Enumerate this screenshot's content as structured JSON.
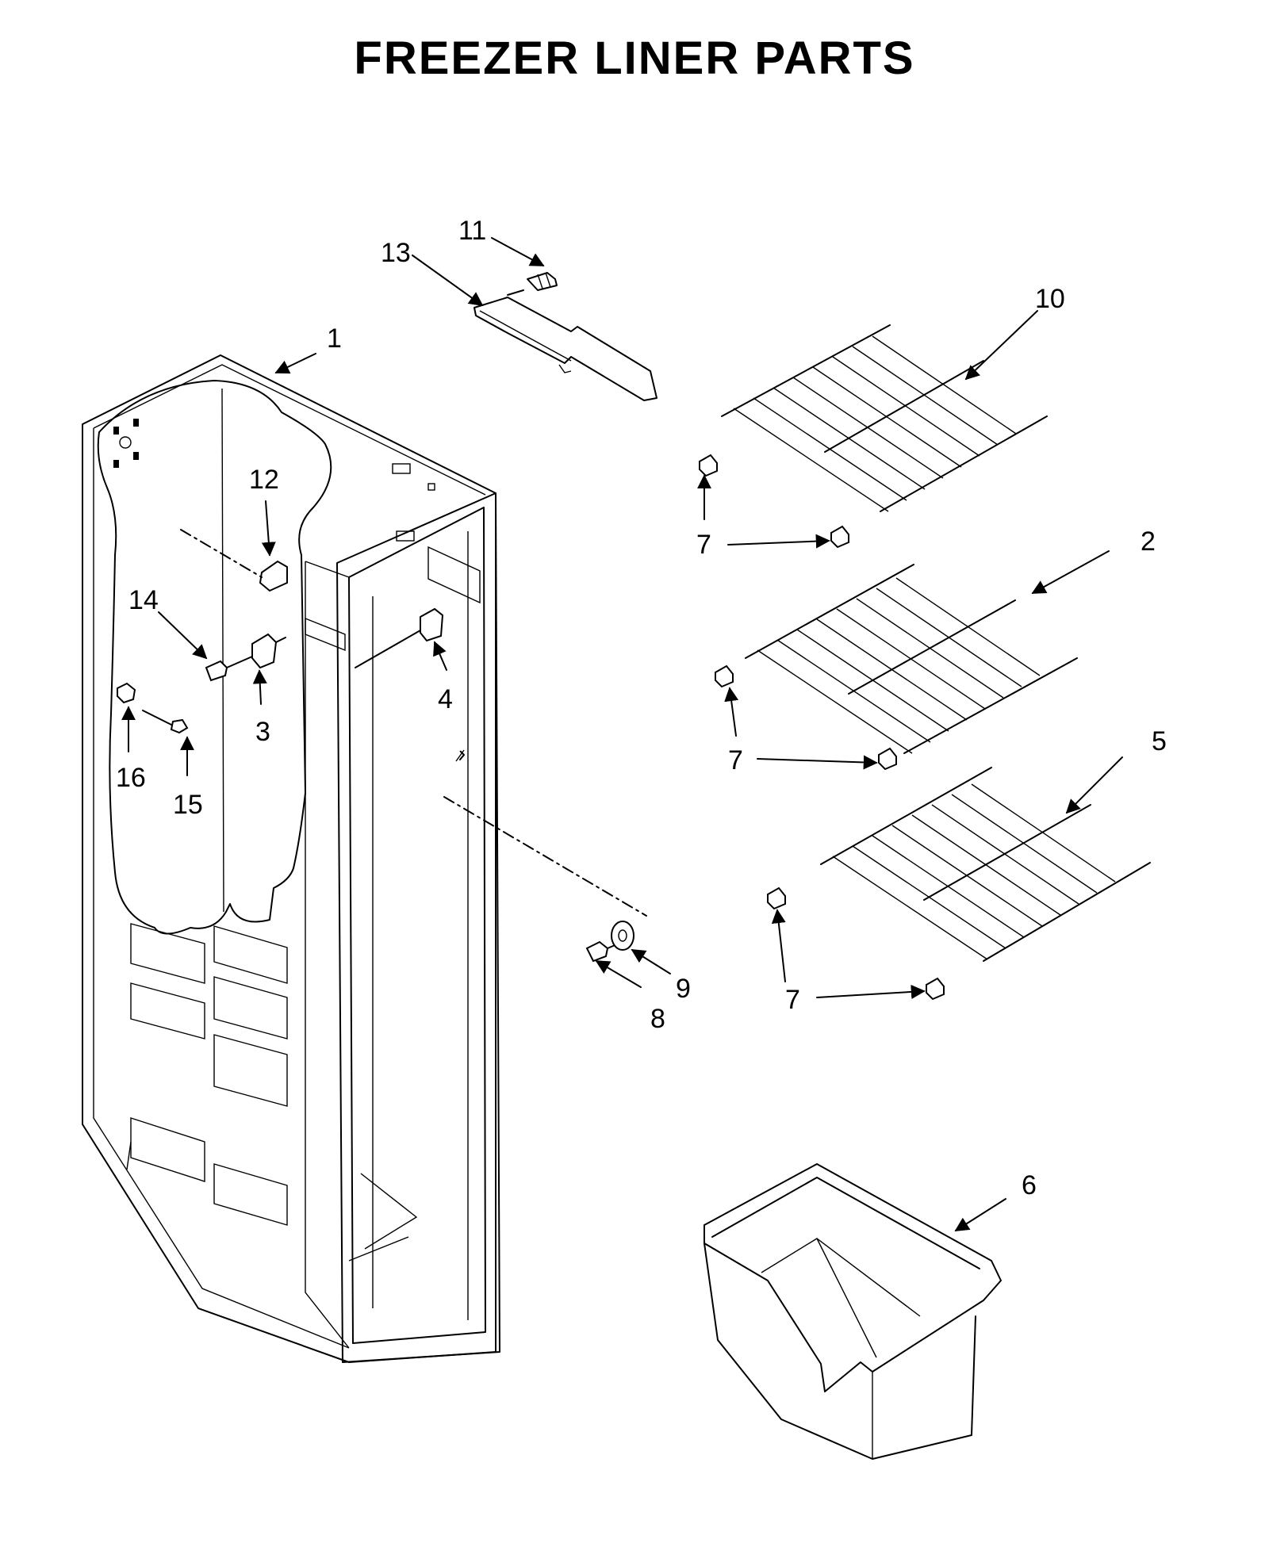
{
  "diagram": {
    "title": "FREEZER LINER PARTS",
    "callouts": [
      {
        "id": "1",
        "label": "1"
      },
      {
        "id": "2",
        "label": "2"
      },
      {
        "id": "3",
        "label": "3"
      },
      {
        "id": "4",
        "label": "4"
      },
      {
        "id": "5",
        "label": "5"
      },
      {
        "id": "6",
        "label": "6"
      },
      {
        "id": "7a",
        "label": "7"
      },
      {
        "id": "7b",
        "label": "7"
      },
      {
        "id": "7c",
        "label": "7"
      },
      {
        "id": "8",
        "label": "8"
      },
      {
        "id": "9",
        "label": "9"
      },
      {
        "id": "10",
        "label": "10"
      },
      {
        "id": "11",
        "label": "11"
      },
      {
        "id": "12",
        "label": "12"
      },
      {
        "id": "13",
        "label": "13"
      },
      {
        "id": "14",
        "label": "14"
      },
      {
        "id": "15",
        "label": "15"
      },
      {
        "id": "16",
        "label": "16"
      }
    ]
  }
}
